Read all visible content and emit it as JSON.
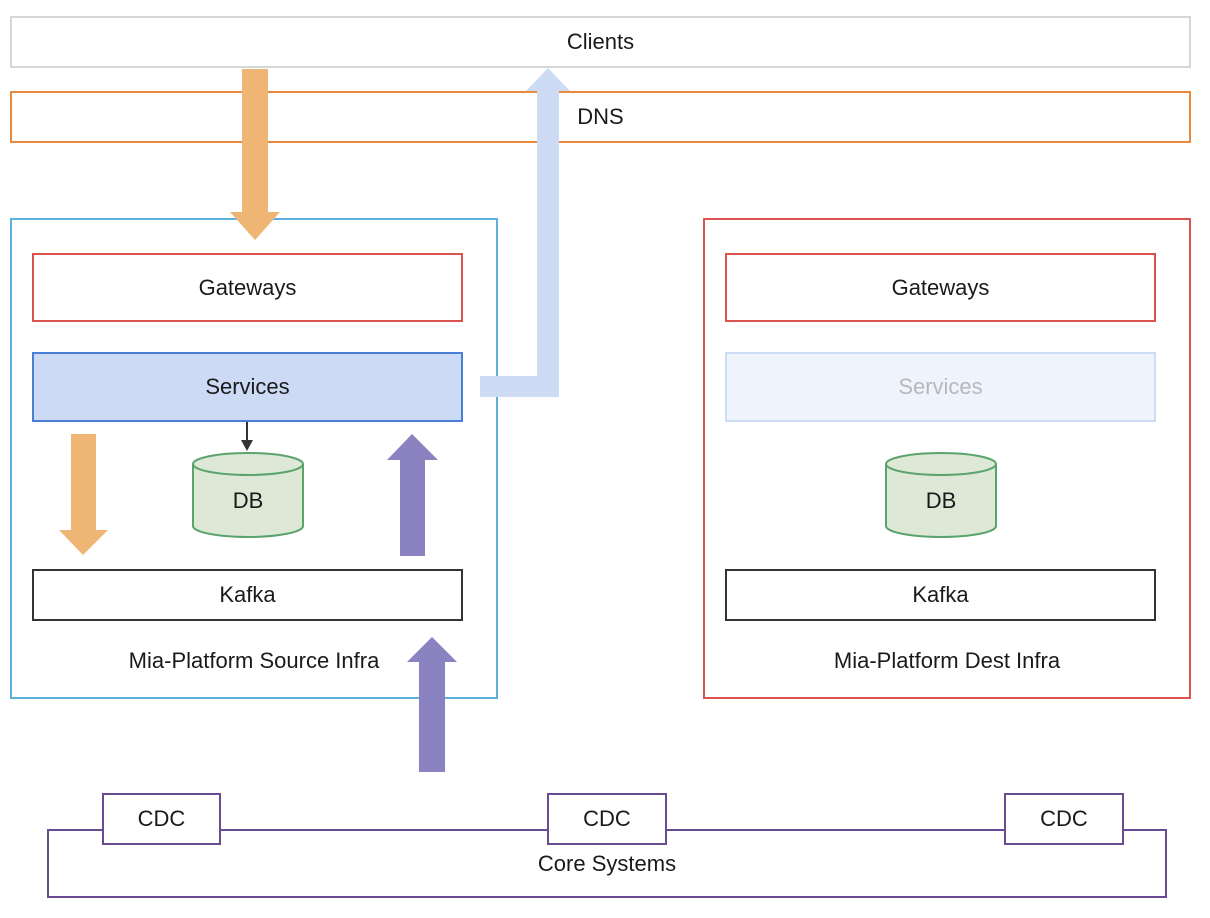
{
  "top": {
    "clients": "Clients",
    "dns": "DNS"
  },
  "source": {
    "caption": "Mia-Platform Source Infra",
    "gateways": "Gateways",
    "services": "Services",
    "db": "DB",
    "kafka": "Kafka"
  },
  "dest": {
    "caption": "Mia-Platform Dest Infra",
    "gateways": "Gateways",
    "services": "Services",
    "db": "DB",
    "kafka": "Kafka"
  },
  "core": {
    "label": "Core Systems",
    "cdc": [
      "CDC",
      "CDC",
      "CDC"
    ]
  },
  "colors": {
    "orange_arrow": "#eeb575",
    "blue_arrow": "#cddbf4",
    "purple_arrow": "#8b82c2",
    "source_border": "#5cb0dd",
    "dest_border": "#d9534f",
    "dns_border": "#e8893d",
    "services_fill": "#ccdaf5",
    "services_border": "#4a7fd8",
    "db_fill": "#dde9d6",
    "db_border": "#5aa36c",
    "core_border": "#6b4a94"
  }
}
